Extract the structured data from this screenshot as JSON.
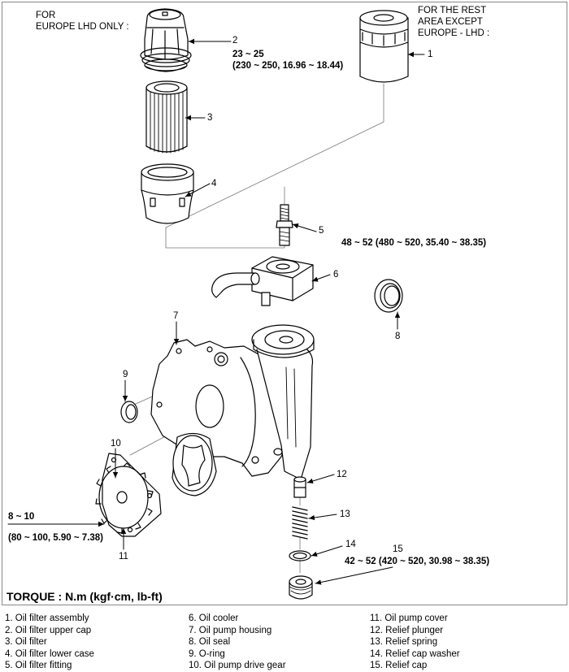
{
  "notes": {
    "europe_lhd": [
      "FOR",
      "EUROPE LHD ONLY :"
    ],
    "rest_area": [
      "FOR THE REST",
      "AREA EXCEPT",
      "EUROPE - LHD :"
    ]
  },
  "callouts": {
    "n1": "1",
    "n2": "2",
    "n3": "3",
    "n4": "4",
    "n5": "5",
    "n6": "6",
    "n7": "7",
    "n8": "8",
    "n9": "9",
    "n10": "10",
    "n11": "11",
    "n12": "12",
    "n13": "13",
    "n14": "14",
    "n15": "15"
  },
  "torques": {
    "t2_nm": "23 ~ 25",
    "t2_detail": "(230 ~ 250, 16.96 ~ 18.44)",
    "t5": "48 ~ 52 (480 ~ 520, 35.40 ~ 38.35)",
    "t11_nm": "8 ~ 10",
    "t11_detail": "(80 ~ 100, 5.90 ~ 7.38)",
    "t15": "42 ~ 52 (420 ~ 520, 30.98 ~ 38.35)"
  },
  "torque_unit_title": "TORQUE : N.m (kgf·cm, lb-ft)",
  "legend": {
    "col1": [
      "1.  Oil filter assembly",
      "2.  Oil  filter upper cap",
      "3.  Oil filter",
      "4.  Oil filter lower case",
      "5.  Oil filter fitting"
    ],
    "col2": [
      "6.  Oil cooler",
      "7.  Oil pump housing",
      "8.  Oil seal",
      "9.  O-ring",
      "10.  Oil pump drive gear"
    ],
    "col3": [
      "11.  Oil pump cover",
      "12.  Relief plunger",
      "13.  Relief spring",
      "14.  Relief cap washer",
      "15.  Relief cap"
    ]
  }
}
